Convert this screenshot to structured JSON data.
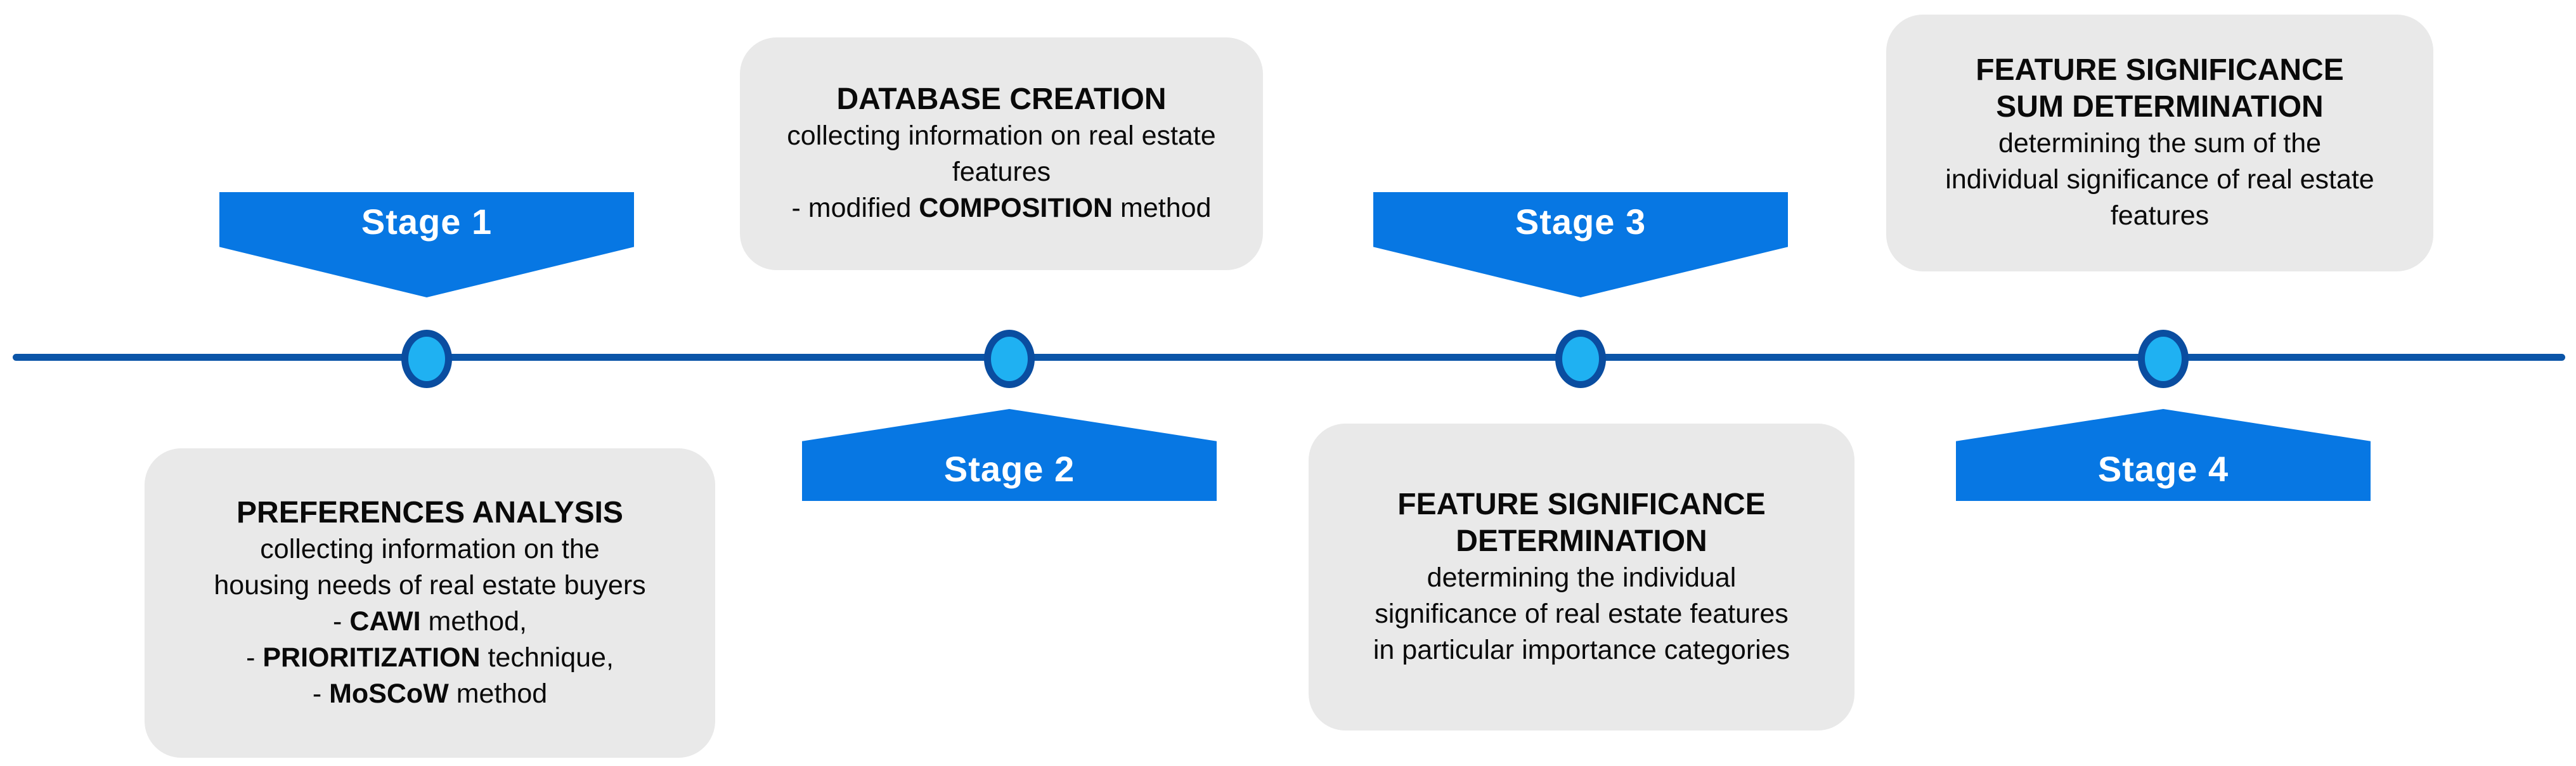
{
  "colors": {
    "banner_blue": "#0777e3",
    "node_fill": "#1fb1f2",
    "node_ring": "#0a4da0",
    "line_blue": "#0b55a8",
    "card_bg": "#e9e9e9",
    "stage_label_text": "#ffffff",
    "body_text": "#0a0a0a"
  },
  "stages": [
    {
      "label": "Stage 1",
      "banner_direction": "down",
      "card": {
        "title_lines": [
          "PREFERENCES ANALYSIS"
        ],
        "body_lines": [
          "collecting information on the",
          "housing needs of real estate buyers"
        ],
        "bullets": [
          {
            "pre": "- ",
            "bold": "CAWI",
            "post": " method,"
          },
          {
            "pre": "- ",
            "bold": "PRIORITIZATION",
            "post": " technique,"
          },
          {
            "pre": "- ",
            "bold": "MoSCoW",
            "post": " method"
          }
        ]
      }
    },
    {
      "label": "Stage 2",
      "banner_direction": "up",
      "card": {
        "title_lines": [
          "DATABASE CREATION"
        ],
        "body_lines": [
          "collecting information on real estate",
          "features"
        ],
        "bullets": [
          {
            "pre": "- modified ",
            "bold": "COMPOSITION",
            "post": " method"
          }
        ]
      }
    },
    {
      "label": "Stage 3",
      "banner_direction": "down",
      "card": {
        "title_lines": [
          "FEATURE SIGNIFICANCE",
          "DETERMINATION"
        ],
        "body_lines": [
          "determining the individual",
          "significance of real estate features",
          "in particular importance categories"
        ],
        "bullets": []
      }
    },
    {
      "label": "Stage 4",
      "banner_direction": "up",
      "card": {
        "title_lines": [
          "FEATURE SIGNIFICANCE",
          "SUM DETERMINATION"
        ],
        "body_lines": [
          "determining the sum of the",
          "individual significance of real estate",
          "features"
        ],
        "bullets": []
      }
    }
  ]
}
